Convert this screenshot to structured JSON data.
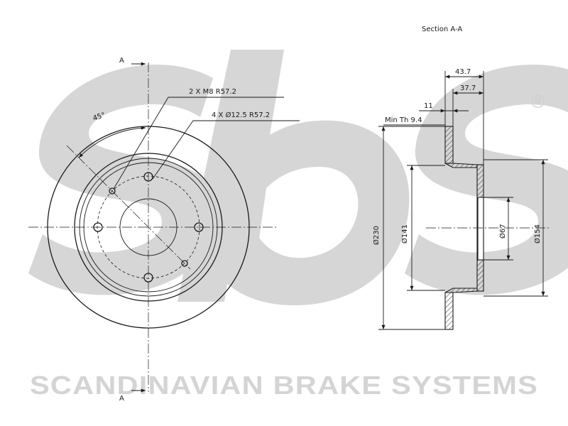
{
  "watermark": {
    "logo": "sbs",
    "registered_mark": "®",
    "brand_line": "SCANDINAVIAN BRAKE SYSTEMS"
  },
  "front_view": {
    "section_mark_top": "A",
    "section_mark_bottom": "A",
    "angle_label": "45°",
    "thread_callout": "2 X M8 R57.2",
    "hole_callout": "4 X Ø12.5 R57.2"
  },
  "section_view": {
    "title": "Section A-A",
    "dim_overall_height": "43.7",
    "dim_hat_height": "37.7",
    "dim_thickness": "11",
    "dim_min_thickness": "Min Th 9.4",
    "dim_outer_diameter": "Ø230",
    "dim_hat_diameter": "Ø141",
    "dim_center_bore": "Ø67",
    "dim_bolt_face": "Ø154"
  },
  "colors": {
    "line": "#1a1a1a",
    "watermark": "#d4d4d4"
  }
}
